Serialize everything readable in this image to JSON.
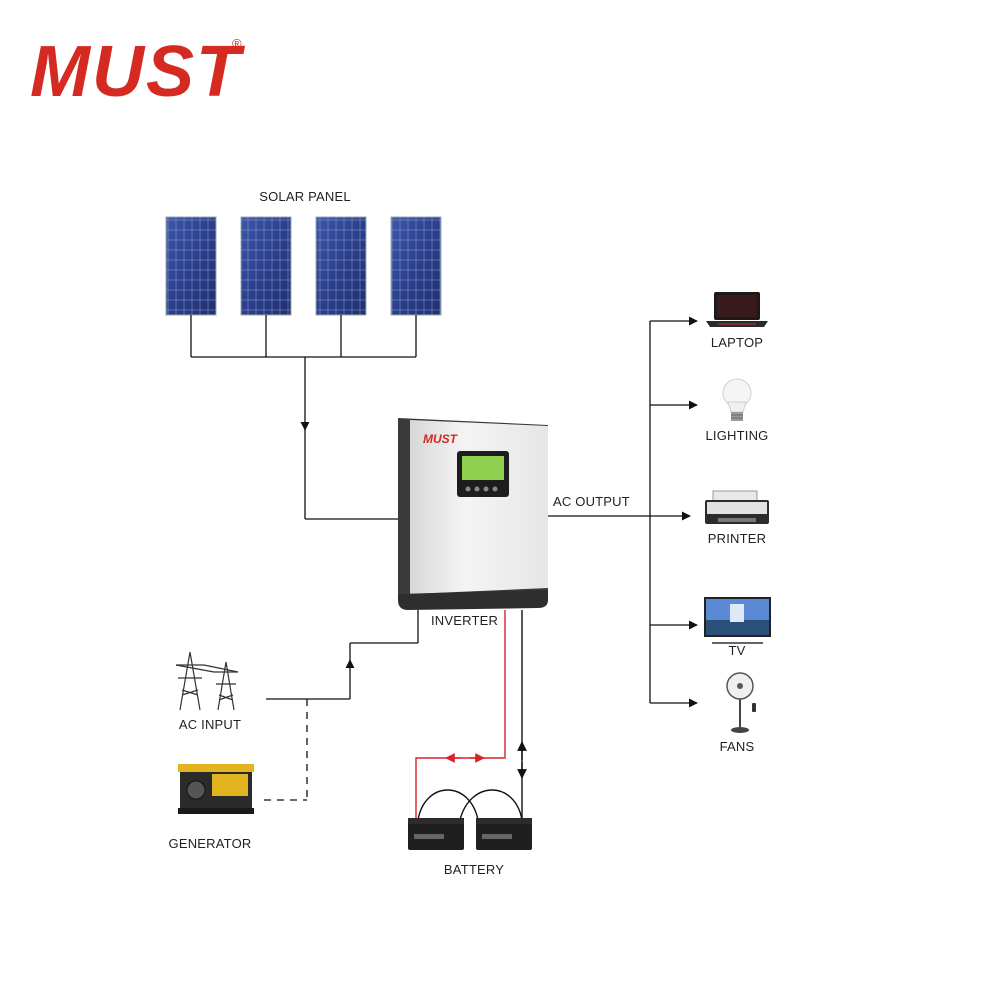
{
  "brand": {
    "name": "MUST",
    "registered_mark": "®",
    "color": "#d42a22"
  },
  "labels": {
    "solar_panel": "SOLAR PANEL",
    "inverter": "INVERTER",
    "ac_output": "AC OUTPUT",
    "ac_input": "AC INPUT",
    "generator": "GENERATOR",
    "battery": "BATTERY"
  },
  "loads": [
    {
      "label": "LAPTOP",
      "icon": "laptop-icon"
    },
    {
      "label": "LIGHTING",
      "icon": "light-bulb-icon"
    },
    {
      "label": "PRINTER",
      "icon": "printer-icon"
    },
    {
      "label": "TV",
      "icon": "tv-icon"
    },
    {
      "label": "FANS",
      "icon": "fan-icon"
    }
  ],
  "colors": {
    "wire": "#222222",
    "battery_wire": "#d8232a",
    "panel_blue": "#2b3f8c"
  }
}
